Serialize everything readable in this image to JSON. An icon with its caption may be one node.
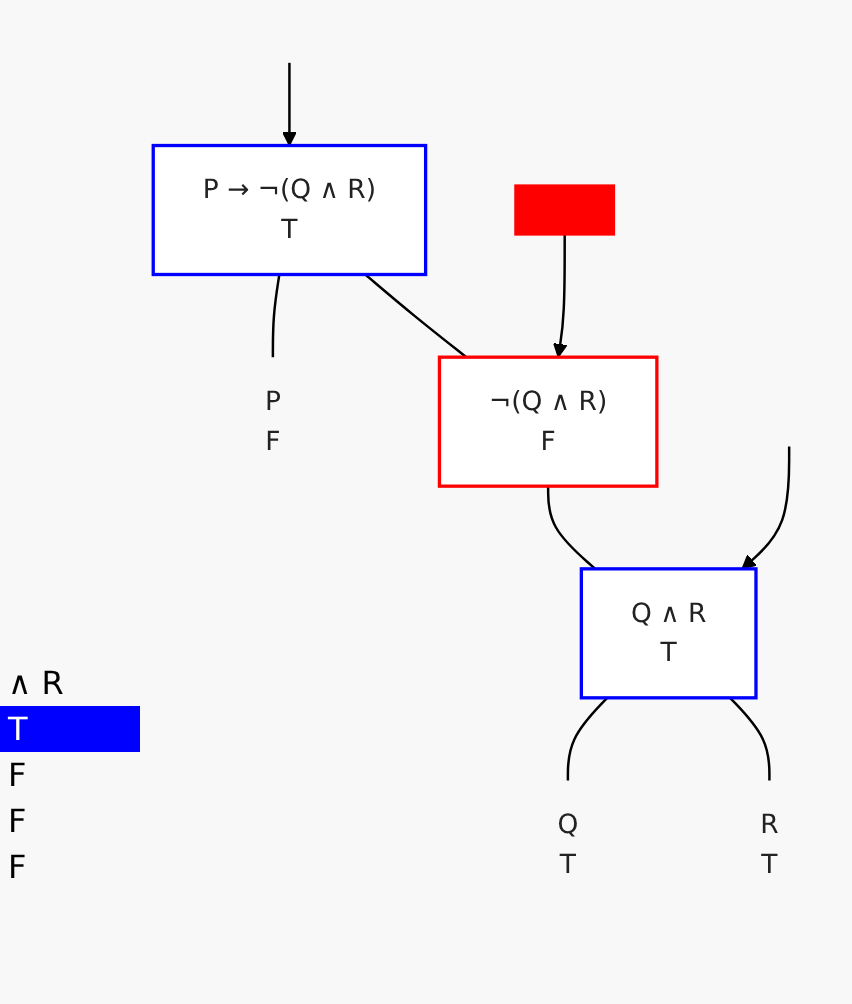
{
  "diagram": {
    "nodes": [
      {
        "text": [
          "P → ¬(Q ∧ R)",
          "T"
        ]
      },
      {
        "text": [
          "P",
          "F"
        ]
      },
      {
        "text": [
          "¬(Q ∧ R)",
          "F"
        ]
      },
      {
        "text": [
          "Q ∧ R",
          "T"
        ]
      },
      {
        "text": [
          "Q",
          "T"
        ]
      },
      {
        "text": [
          "R",
          "T"
        ]
      },
      {
        "text": [],
        "shape": "bar"
      }
    ],
    "edges": [
      {
        "from": 0,
        "to": 1,
        "arrow": "none"
      },
      {
        "from": 0,
        "to": 2,
        "arrow": "none"
      },
      {
        "from": 2,
        "to": 3,
        "arrow": "none"
      },
      {
        "from": 3,
        "to": 4,
        "arrow": "none"
      },
      {
        "from": 3,
        "to": 5,
        "arrow": "none"
      },
      {
        "from": null,
        "to": 0,
        "arrow": "to"
      },
      {
        "from": 6,
        "to": 2,
        "arrow": "to"
      },
      {
        "from": null,
        "to": 3,
        "arrow": "to"
      }
    ],
    "labels": [
      "∧ R",
      "T",
      "F",
      "F",
      "F"
    ]
  }
}
